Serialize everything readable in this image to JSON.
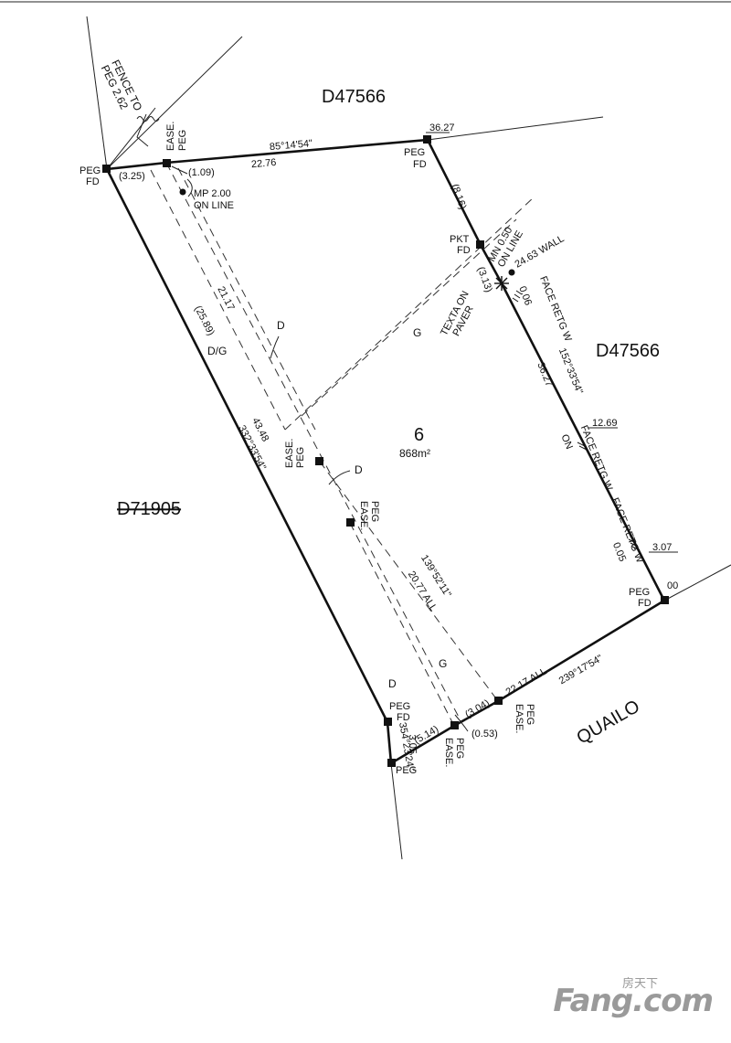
{
  "labels": {
    "d47566_top": "D47566",
    "d47566_right": "D47566",
    "d71905": "D71905",
    "fence": [
      "FENCE TO",
      "PEG 2.62"
    ],
    "ease": "EASE.",
    "peg": "PEG",
    "fd": "FD",
    "pkt": "PKT",
    "top_bearing": "85°14'54\"",
    "top_dist": "22.76",
    "top_right": "36.27",
    "d325": "(3.25)",
    "d109": "(1.09)",
    "mp": [
      "MP 2.00",
      "ON LINE"
    ],
    "d816": "(8.16)",
    "mn": [
      "MN 0.50",
      "ON LINE"
    ],
    "wall": "24.63 WALL",
    "d313": "(3.13)",
    "d006": "0.06",
    "texta": [
      "TEXTA ON",
      "PAVER"
    ],
    "face_w1": "FACE RETG W",
    "right_bearing": "152°33'54\"",
    "right_dist": "36.27",
    "d2117": "21.17",
    "d2589": "(25.89)",
    "dg": "D/G",
    "d_letter": "D",
    "g_letter": "G",
    "lot": "6",
    "area": "868m²",
    "left_dist": "43.48",
    "left_bearing": "332°33'54\"",
    "d1269": "12.69",
    "face_on": "ON",
    "face_w2": "FACE RETG W",
    "face_w3": "FACE RETG W",
    "d005": "0.05",
    "d307": "3.07",
    "d00": "00",
    "diag_bearing": "139°52'11\"",
    "diag_dist": "20.77 ALL",
    "bottom_ease_dist": "22.17 ALL",
    "bottom_bearing": "239°17'54\"",
    "quailo": "QUAILO",
    "d304": "(3.04)",
    "d514": "(5.14)",
    "d053": "(0.53)",
    "d305": "3.05",
    "short_bearing": "354°23'24\""
  },
  "watermark": {
    "cn": "房天下",
    "en": "Fang.com"
  }
}
